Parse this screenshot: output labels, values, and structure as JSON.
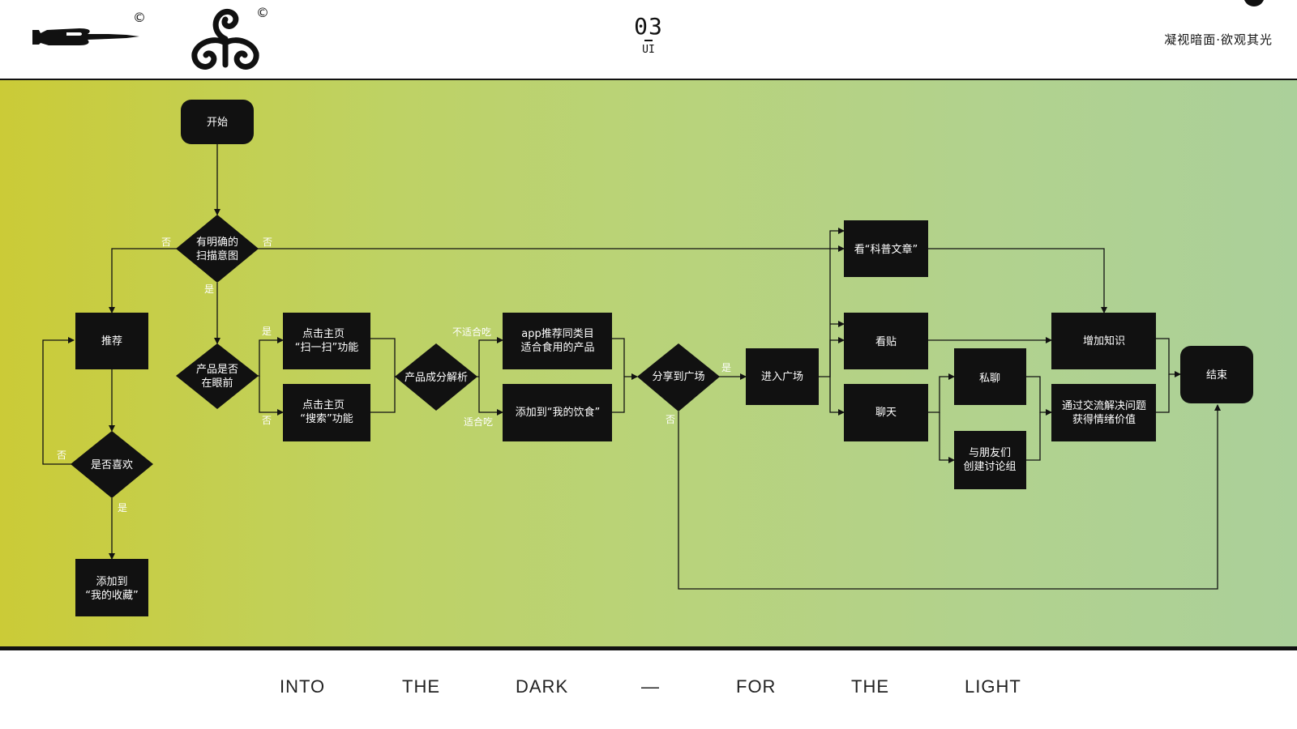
{
  "header": {
    "copyright_symbol": "©",
    "page_number": "03",
    "page_label": "UI",
    "slogan": "凝视暗面·欲观其光"
  },
  "footer": {
    "words": [
      "INTO",
      "THE",
      "DARK",
      "—",
      "FOR",
      "THE",
      "LIGHT"
    ]
  },
  "flowchart": {
    "nodes": {
      "start": "开始",
      "intent": [
        "有明确的",
        "扫描意图"
      ],
      "recommend": "推荐",
      "like": "是否喜欢",
      "add_fav": [
        "添加到",
        "“我的收藏”"
      ],
      "in_front": [
        "产品是否",
        "在眼前"
      ],
      "scan": [
        "点击主页",
        "“扫一扫”功能"
      ],
      "search": [
        "点击主页",
        "“搜索”功能"
      ],
      "analysis": "产品成分解析",
      "app_rec": [
        "app推荐同类目",
        "适合食用的产品"
      ],
      "add_diet": "添加到“我的饮食”",
      "share": "分享到广场",
      "enter": "进入广场",
      "article": "看“科普文章”",
      "posts": "看贴",
      "chat": "聊天",
      "dm": "私聊",
      "group": [
        "与朋友们",
        "创建讨论组"
      ],
      "knowledge": "增加知识",
      "emotion": [
        "通过交流解决问题",
        "获得情绪价值"
      ],
      "end": "结束"
    },
    "edge_labels": {
      "intent_no_left": "否",
      "intent_no_right": "否",
      "intent_yes": "是",
      "like_no": "否",
      "like_yes": "是",
      "front_yes": "是",
      "front_no": "否",
      "unsuitable": "不适合吃",
      "suitable": "适合吃",
      "share_yes": "是",
      "share_no": "否"
    }
  }
}
